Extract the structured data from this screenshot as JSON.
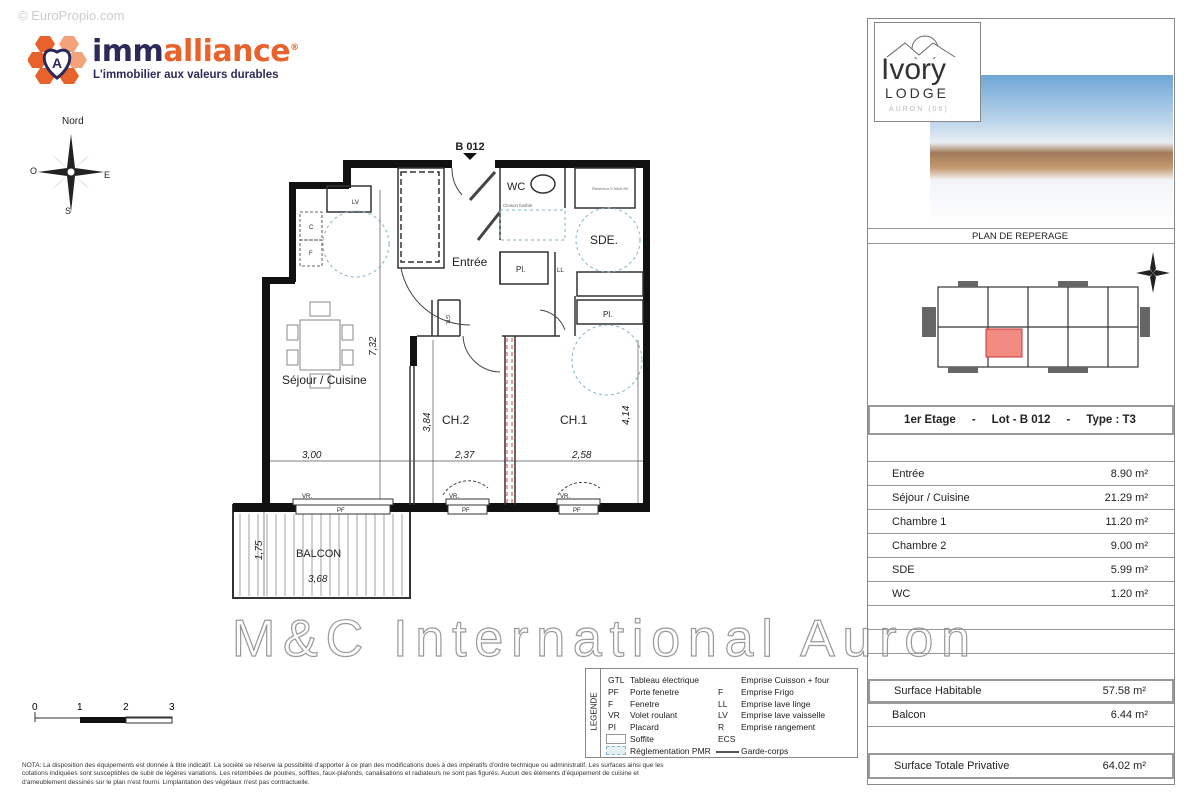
{
  "watermark_top": "© EuroPropio.com",
  "brand": {
    "name_part1": "imm",
    "name_part2": "alliance",
    "registered": "®",
    "tagline": "L'immobilier aux valeurs durables",
    "color_primary": "#2d2a5a",
    "color_accent": "#e8632b"
  },
  "compass": {
    "north": "Nord",
    "east": "E",
    "west": "O",
    "south": "S"
  },
  "plan": {
    "lot_marker": "B 012",
    "rooms": {
      "sejour": "Séjour / Cuisine",
      "ch2": "CH.2",
      "ch1": "CH.1",
      "entree": "Entrée",
      "wc": "WC",
      "sde": "SDE.",
      "balcon": "BALCON"
    },
    "equipment": {
      "pl1": "Pl.",
      "pl2": "Pl.",
      "ll": "LL",
      "lv": "LV",
      "c": "C",
      "f": "F",
      "gtl": "GTL",
      "vr": "VR.",
      "pf": "PF",
      "cloison": "Cloison fusible",
      "receveur": "Receveur 0.90x0.90"
    },
    "dimensions": {
      "d732": "7,32",
      "d300": "3,00",
      "d237": "2,37",
      "d258": "2,58",
      "d384": "3,84",
      "d414": "4,14",
      "d175": "1,75",
      "d368": "3,68"
    },
    "watermark": "M&C International Auron"
  },
  "scale": {
    "ticks": [
      "0",
      "1",
      "2",
      "3"
    ]
  },
  "legend": {
    "title": "LEGENDE",
    "left": [
      {
        "code": "GTL",
        "label": "Tableau électrique"
      },
      {
        "code": "PF",
        "label": "Porte fenetre"
      },
      {
        "code": "F",
        "label": "Fenetre"
      },
      {
        "code": "VR",
        "label": "Volet roulant"
      },
      {
        "code": "PI",
        "label": "Placard"
      },
      {
        "code": "",
        "label": "Soffite"
      },
      {
        "code": "",
        "label": "Réglementation PMR"
      }
    ],
    "right": [
      {
        "code": "",
        "label": "Emprise Cuisson + four"
      },
      {
        "code": "F",
        "label": "Emprise Frigo"
      },
      {
        "code": "LL",
        "label": "Emprise lave linge"
      },
      {
        "code": "LV",
        "label": "Emprise lave vaisselle"
      },
      {
        "code": "R",
        "label": "Emprise rangement"
      },
      {
        "code": "ECS",
        "label": ""
      },
      {
        "code": "",
        "label": "Garde-corps"
      }
    ]
  },
  "note": "NOTA: La disposition des équipements est donnée à titre indicatif. La société se réserve la possibilité d'apporter à ce plan des modifications dues à des impératifs d'ordre technique ou administratif. Les surfaces ainsi que les cotations indiquées sont susceptibles de subir de légères variations. Les retombées de poutres, soffites, faux-plafonds, canalisations et radiateurs ne sont pas figurés. Aucun des éléments d'équipement de cuisine et d'ameublement dessinés sur le plan n'est fourni. Limplantation des végétaux n'est pas contractuelle.",
  "panel": {
    "project_logo": {
      "line1": "Ivory",
      "line2": "LODGE",
      "line3": "AURON (06)"
    },
    "plan_reperage": "PLAN DE REPERAGE",
    "header": {
      "floor": "1er Etage",
      "sep1": "-",
      "lot": "Lot - B 012",
      "sep2": "-",
      "type": "Type : T3"
    },
    "highlight_color": "#f28b82",
    "rooms": [
      {
        "name": "Entrée",
        "area": "8.90 m²"
      },
      {
        "name": "Séjour / Cuisine",
        "area": "21.29 m²"
      },
      {
        "name": "Chambre 1",
        "area": "11.20 m²"
      },
      {
        "name": "Chambre 2",
        "area": "9.00 m²"
      },
      {
        "name": "SDE",
        "area": "5.99 m²"
      },
      {
        "name": "WC",
        "area": "1.20 m²"
      }
    ],
    "surface_habitable": {
      "label": "Surface Habitable",
      "value": "57.58 m²"
    },
    "balcon": {
      "label": "Balcon",
      "value": "6.44 m²"
    },
    "total": {
      "label": "Surface Totale Privative",
      "value": "64.02 m²"
    }
  }
}
